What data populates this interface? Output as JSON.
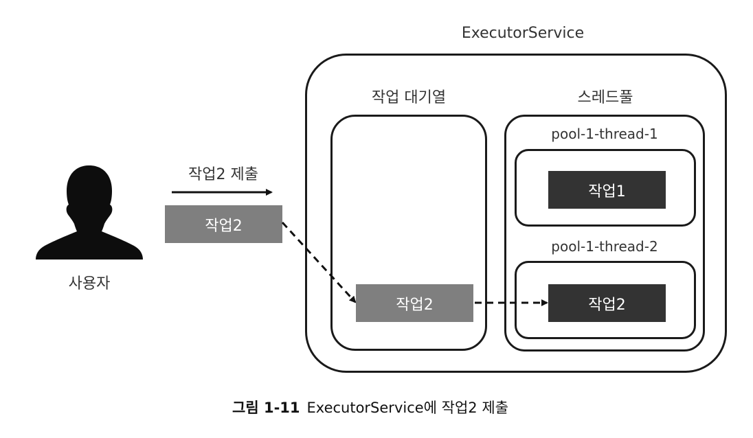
{
  "diagram": {
    "executor_title": "ExecutorService",
    "queue_title": "작업 대기열",
    "pool_title": "스레드풀",
    "thread1_label": "pool-1-thread-1",
    "thread2_label": "pool-1-thread-2",
    "submit_label": "작업2 제출",
    "user_label": "사용자",
    "submitted_task": "작업2",
    "queued_task": "작업2",
    "thread1_task": "작업1",
    "thread2_task": "작업2",
    "colors": {
      "task_gray": "#7f7f7f",
      "task_dark": "#333333",
      "border": "#1a1a1a"
    },
    "icons": [
      "user-silhouette-icon"
    ]
  },
  "caption": {
    "figure_number": "그림 1-11",
    "text": "ExecutorService에 작업2 제출"
  }
}
